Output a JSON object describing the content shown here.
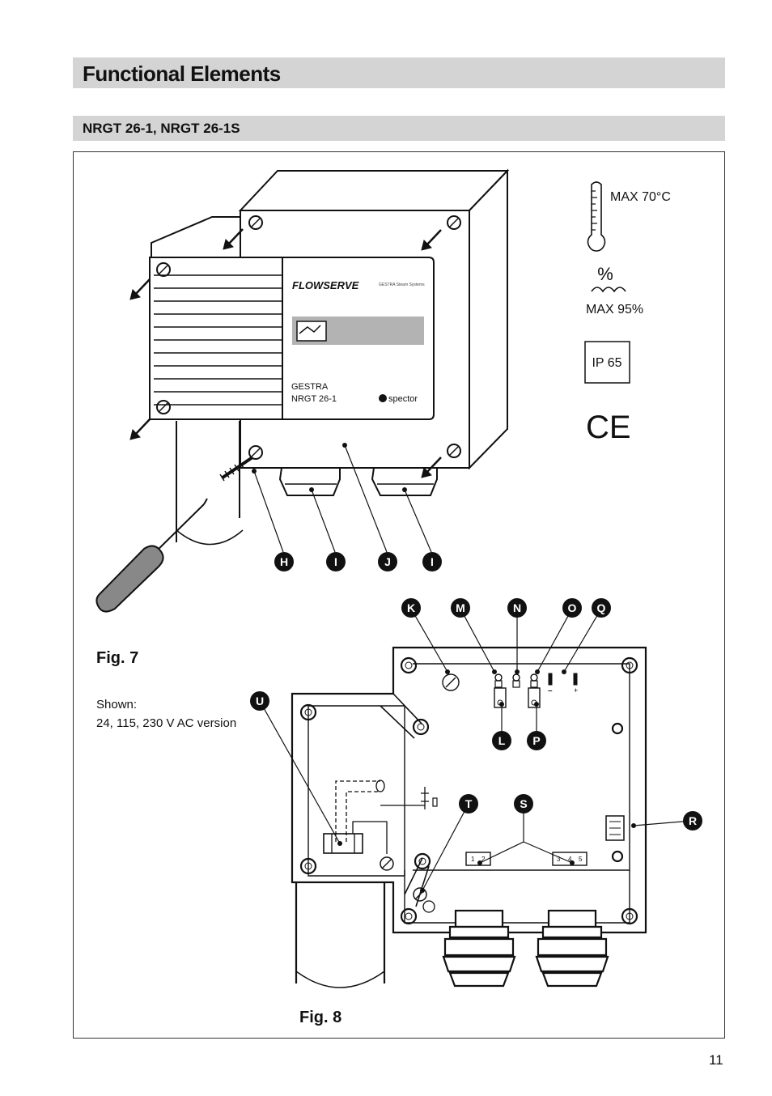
{
  "header": {
    "title": "Functional Elements",
    "subtitle": "NRGT 26-1, NRGT 26-1S"
  },
  "specs": {
    "max_temp": "MAX 70°C",
    "humidity_symbol": "%",
    "max_humidity": "MAX 95%",
    "ip_rating": "IP 65",
    "ce_mark": "CE"
  },
  "device": {
    "brand": "FLOWSERVE",
    "brand_sub": "GESTRA Steam Systems",
    "model_line1": "GESTRA",
    "model_line2": "NRGT 26-1",
    "spector_logo": "spector"
  },
  "fig7": {
    "label": "Fig. 7",
    "shown_line1": "Shown:",
    "shown_line2": "24, 115, 230 V AC version",
    "callouts": [
      "H",
      "I",
      "J",
      "I"
    ]
  },
  "fig8": {
    "label": "Fig. 8",
    "callouts": [
      "K",
      "M",
      "N",
      "O",
      "Q",
      "U",
      "L",
      "P",
      "T",
      "S",
      "R"
    ],
    "terminals_left": [
      "1",
      "2"
    ],
    "terminals_right": [
      "3",
      "4",
      "5"
    ],
    "polarity_minus": "–",
    "polarity_plus": "+"
  },
  "page_number": "11"
}
